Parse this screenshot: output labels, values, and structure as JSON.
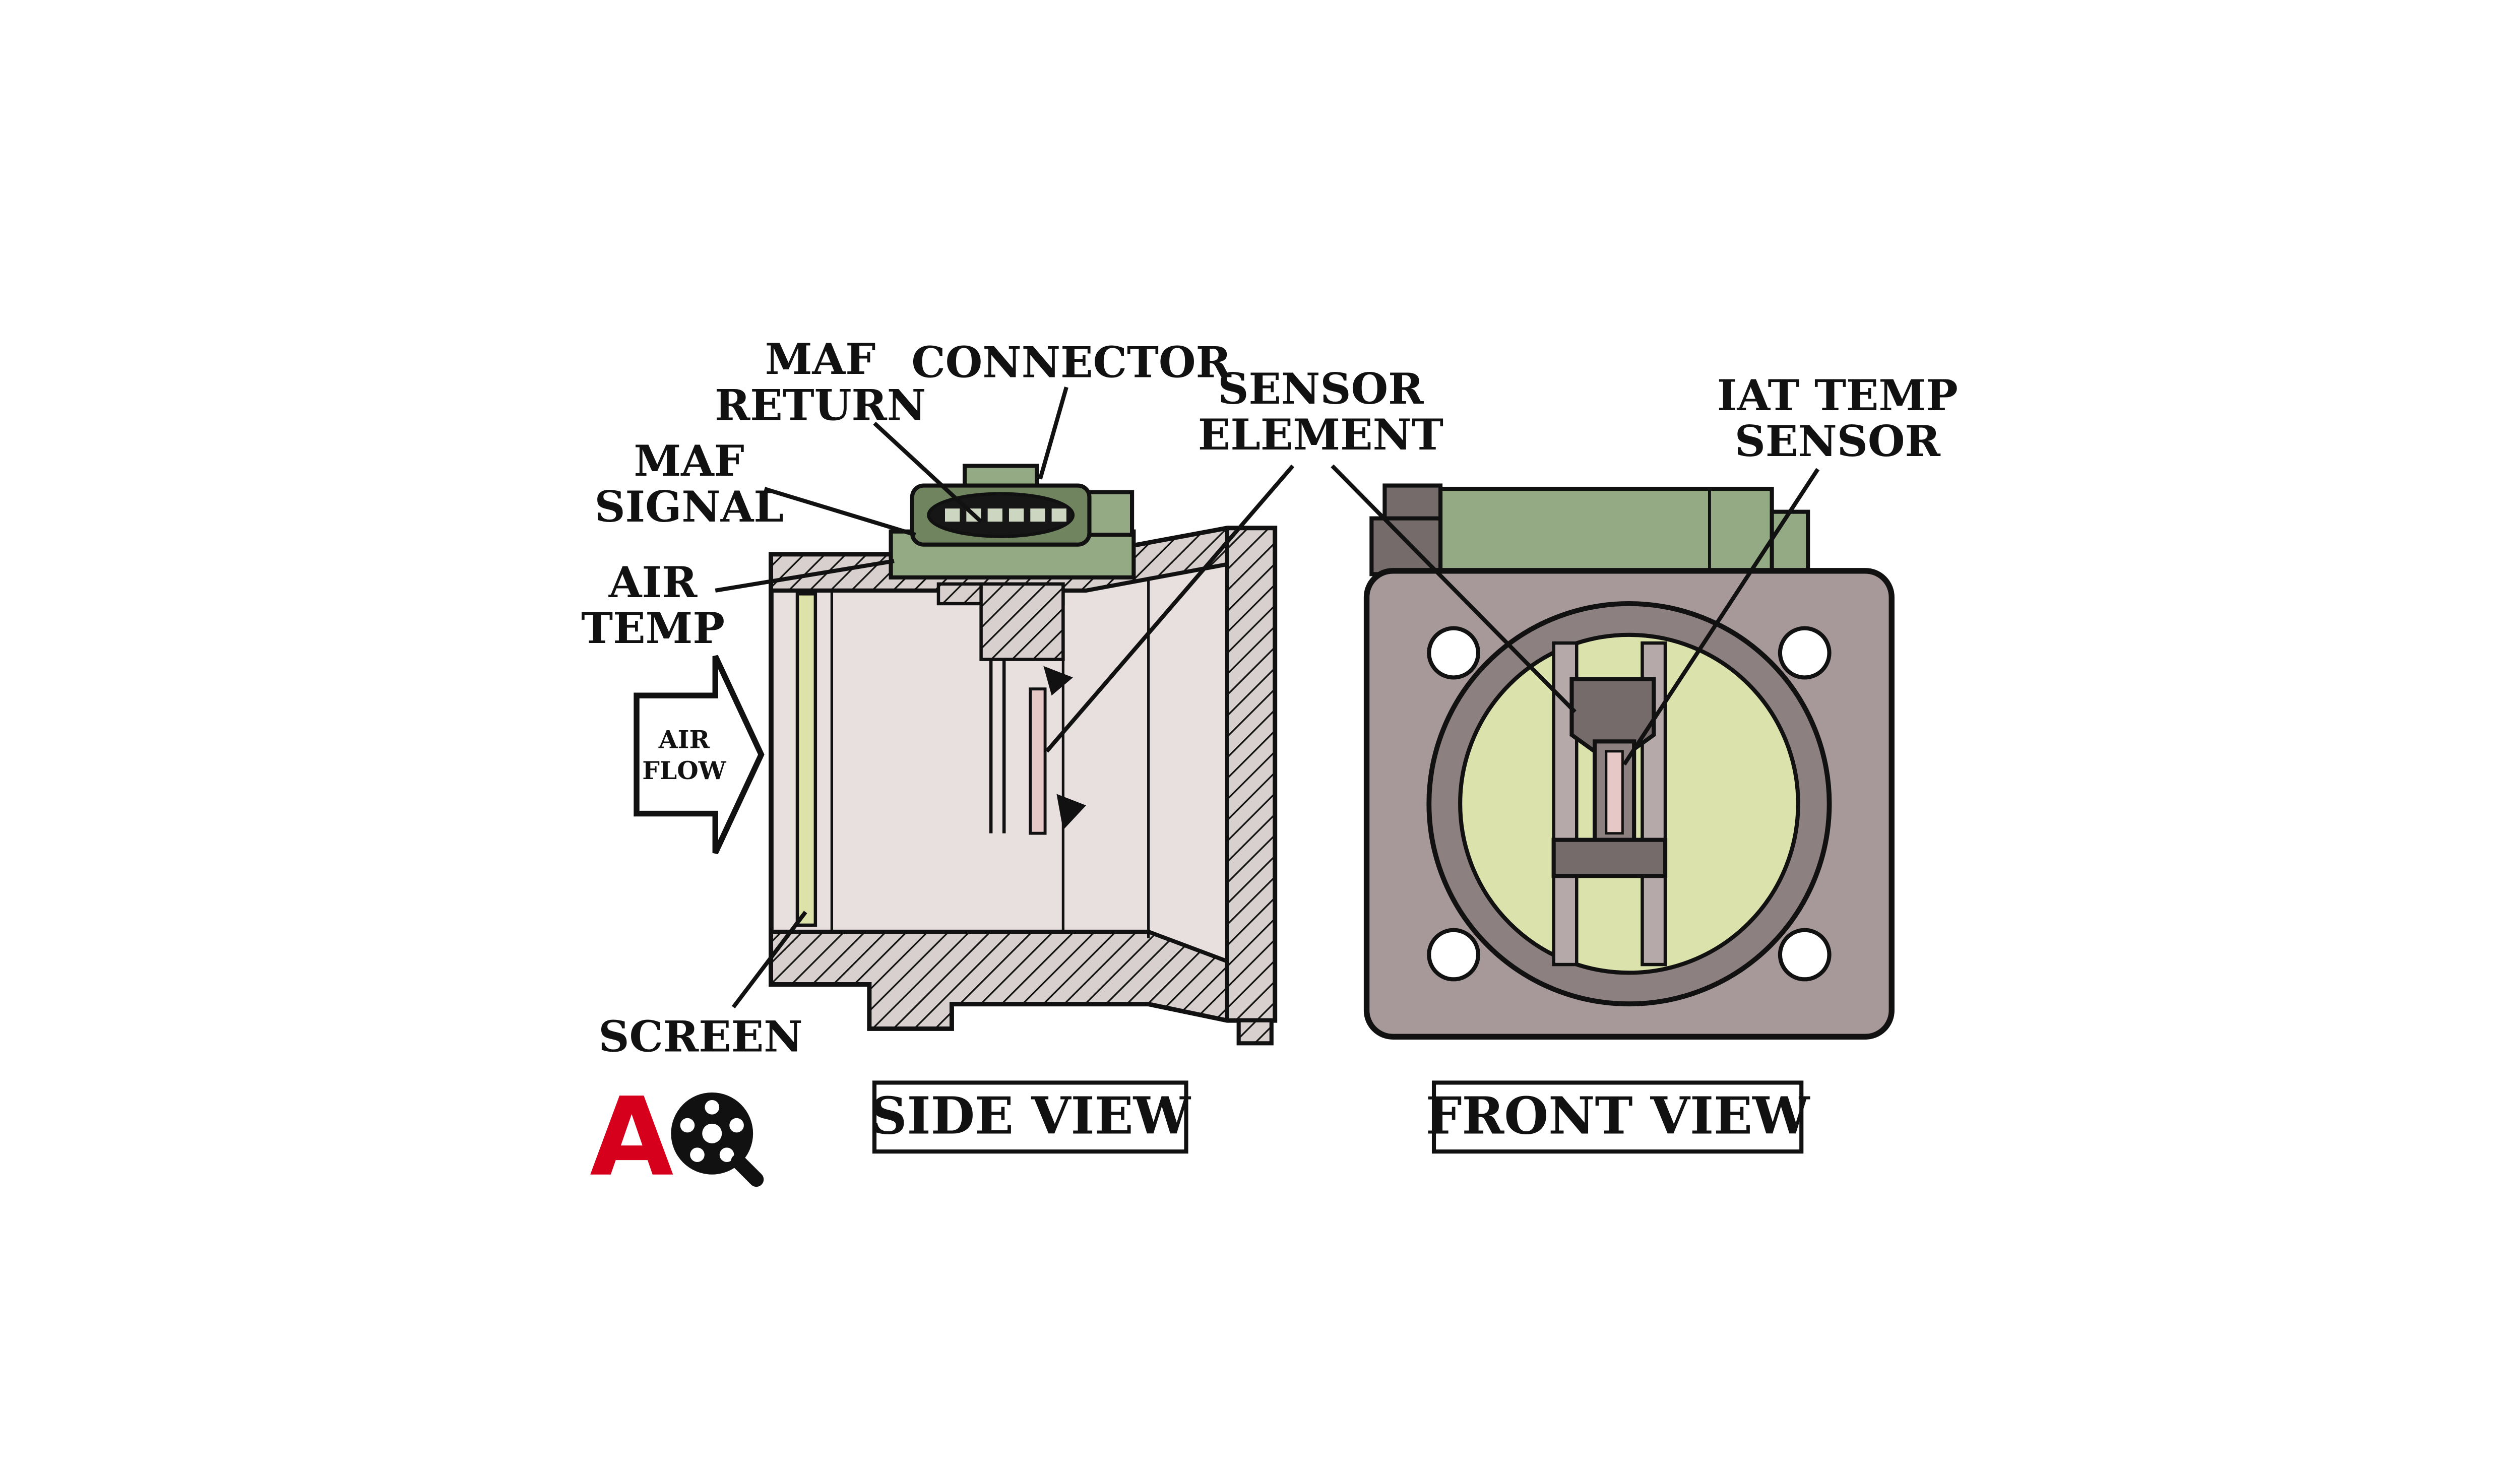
{
  "diagram": {
    "subject": "Mass Air Flow (MAF) sensor cutaway diagram",
    "labels": {
      "maf_return_1": "MAF",
      "maf_return_2": "RETURN",
      "connector": "CONNECTOR",
      "maf_signal_1": "MAF",
      "maf_signal_2": "SIGNAL",
      "air_temp_1": "AIR",
      "air_temp_2": "TEMP",
      "sensor_element_1": "SENSOR",
      "sensor_element_2": "ELEMENT",
      "iat_temp_1": "IAT TEMP",
      "iat_temp_2": "SENSOR",
      "air_flow_1": "AIR",
      "air_flow_2": "FLOW",
      "screen": "SCREEN"
    },
    "views": {
      "side": "SIDE VIEW",
      "front": "FRONT VIEW"
    },
    "logo": {
      "letter": "A"
    },
    "colors": {
      "outline": "#111111",
      "body_fill": "#e8dfdf",
      "hatch_bg": "#d8cfcf",
      "connector_green": "#94aa84",
      "connector_green_dark": "#70845f",
      "screen_strip": "#dde3a8",
      "flange_gray": "#a79999",
      "ring_gray": "#8d8080",
      "inner_circle": "#dce2ac",
      "sensor_dark": "#756b6b",
      "bar_gray": "#b5a9a9",
      "slot_pink": "#e6c9c6",
      "pin_light": "#cdd6c0",
      "logo_red": "#d6001c",
      "background": "#ffffff"
    }
  }
}
